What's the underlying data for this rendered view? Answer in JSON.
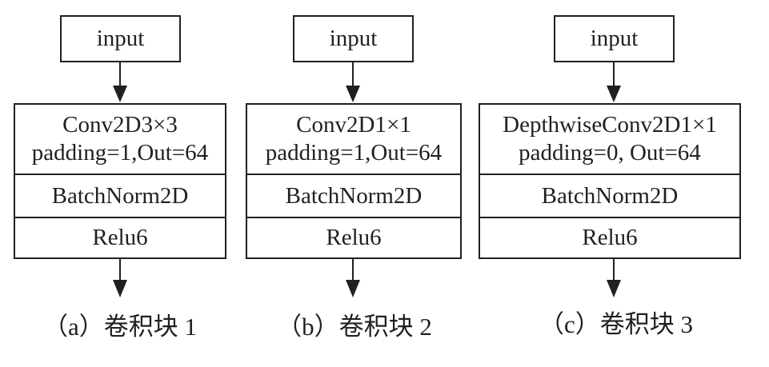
{
  "blocks": [
    {
      "input_label": "input",
      "conv_line1": "Conv2D3×3",
      "conv_line2": "padding=1,Out=64",
      "norm_label": "BatchNorm2D",
      "act_label": "Relu6",
      "caption": "（a）卷积块 1"
    },
    {
      "input_label": "input",
      "conv_line1": "Conv2D1×1",
      "conv_line2": "padding=1,Out=64",
      "norm_label": "BatchNorm2D",
      "act_label": "Relu6",
      "caption": "（b）卷积块 2"
    },
    {
      "input_label": "input",
      "conv_line1": "DepthwiseConv2D1×1",
      "conv_line2": "padding=0, Out=64",
      "norm_label": "BatchNorm2D",
      "act_label": "Relu6",
      "caption": "（c）卷积块 3"
    }
  ]
}
